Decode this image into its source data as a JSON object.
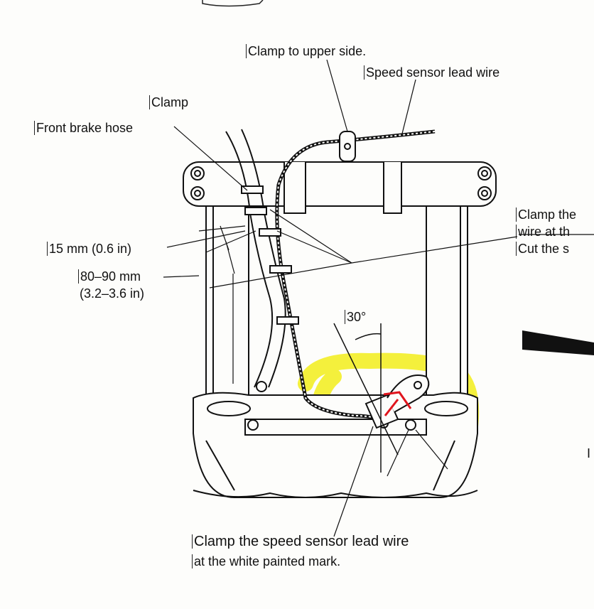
{
  "labels": {
    "clamp_upper": "Clamp to upper side.",
    "speed_sensor_lead": "Speed sensor lead wire",
    "clamp": "Clamp",
    "front_brake_hose": "Front brake hose",
    "dim_15": "15 mm (0.6 in)",
    "dim_80_90_mm": "80–90 mm",
    "dim_80_90_in": "(3.2–3.6 in)",
    "angle_30": "30°",
    "right_line1": "Clamp the",
    "right_line2": "wire at th",
    "right_line3": "Cut the s",
    "bottom_line1": "Clamp the speed sensor lead wire",
    "bottom_line2": "at the white painted mark.",
    "right_fragment": "I"
  },
  "colors": {
    "highlight": "#f4ef2a",
    "red_arrow": "#e0141c",
    "ink": "#111111"
  }
}
